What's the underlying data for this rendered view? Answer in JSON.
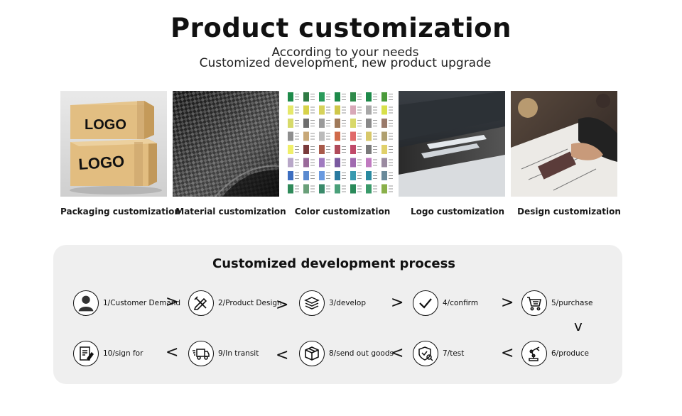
{
  "header": {
    "title": "Product customization",
    "subtitle_line1": "According to your needs",
    "subtitle_line2": "Customized development, new product upgrade"
  },
  "customizations": [
    {
      "label": "Packaging customization",
      "image_text_1": "LOGO",
      "image_text_2": "LOGO"
    },
    {
      "label": "Material customization"
    },
    {
      "label": "Color customization"
    },
    {
      "label": "Logo customization"
    },
    {
      "label": "Design customization"
    }
  ],
  "process": {
    "title": "Customized development process",
    "steps": [
      {
        "label": "1/Customer Demand",
        "icon": "person-icon"
      },
      {
        "label": "2/Product Design",
        "icon": "pencil-ruler-icon"
      },
      {
        "label": "3/develop",
        "icon": "layers-icon"
      },
      {
        "label": "4/confirm",
        "icon": "checkmark-icon"
      },
      {
        "label": "5/purchase",
        "icon": "cart-icon"
      },
      {
        "label": "6/produce",
        "icon": "robot-arm-icon"
      },
      {
        "label": "7/test",
        "icon": "shield-search-icon"
      },
      {
        "label": "8/send out goods",
        "icon": "box-icon"
      },
      {
        "label": "9/In transit",
        "icon": "truck-icon"
      },
      {
        "label": "10/sign for",
        "icon": "document-sign-icon"
      }
    ],
    "arrow_right": ">",
    "arrow_left": "<",
    "arrow_down": "v"
  }
}
